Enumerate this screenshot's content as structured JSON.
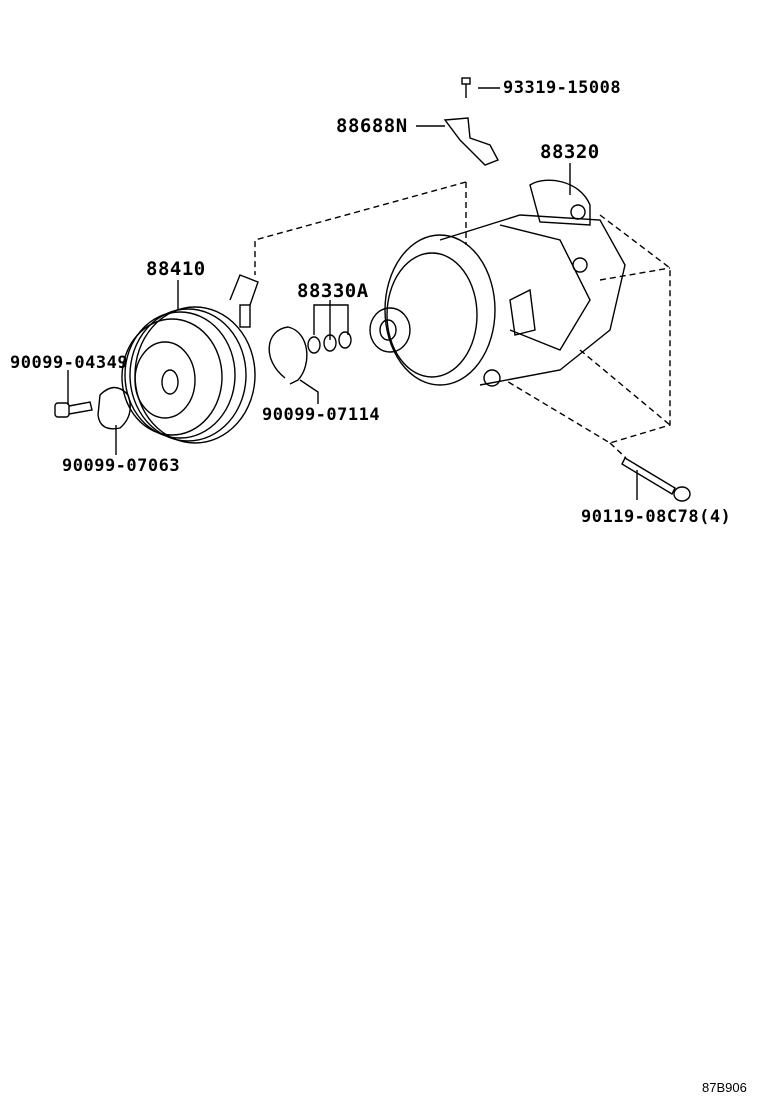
{
  "diagram": {
    "parts": [
      {
        "id": "p1",
        "number": "93319-15008"
      },
      {
        "id": "p2",
        "number": "88688N"
      },
      {
        "id": "p3",
        "number": "88320"
      },
      {
        "id": "p4",
        "number": "88410"
      },
      {
        "id": "p5",
        "number": "88330A"
      },
      {
        "id": "p6",
        "number": "90099-04349"
      },
      {
        "id": "p7",
        "number": "90099-07114"
      },
      {
        "id": "p8",
        "number": "90099-07063"
      },
      {
        "id": "p9",
        "number": "90119-08C78(4)"
      }
    ],
    "illustration_code": "87B906"
  }
}
